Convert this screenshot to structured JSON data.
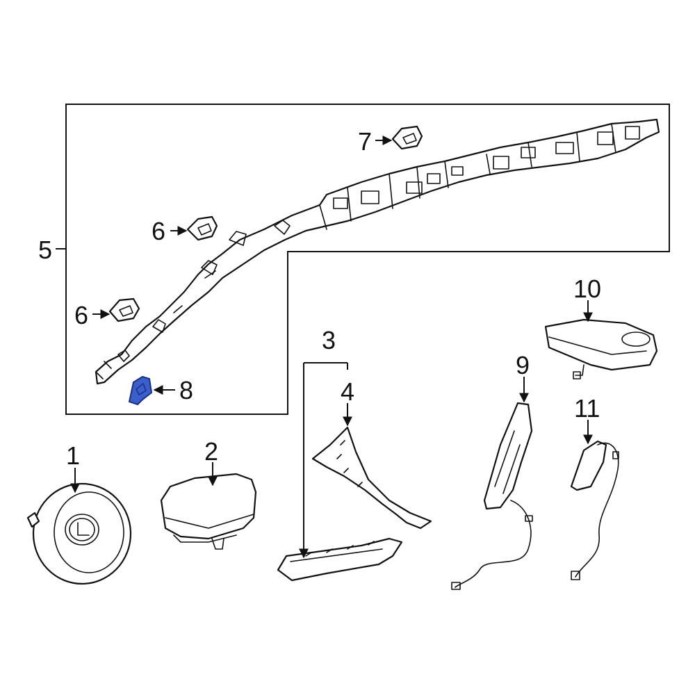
{
  "diagram": {
    "highlight_color": "#3a5fcd",
    "outline_color": "#111111",
    "callouts": {
      "c1": "1",
      "c2": "2",
      "c3": "3",
      "c4": "4",
      "c5": "5",
      "c6a": "6",
      "c6b": "6",
      "c7": "7",
      "c8": "8",
      "c9": "9",
      "c10": "10",
      "c11": "11"
    },
    "highlighted_part": "8"
  }
}
